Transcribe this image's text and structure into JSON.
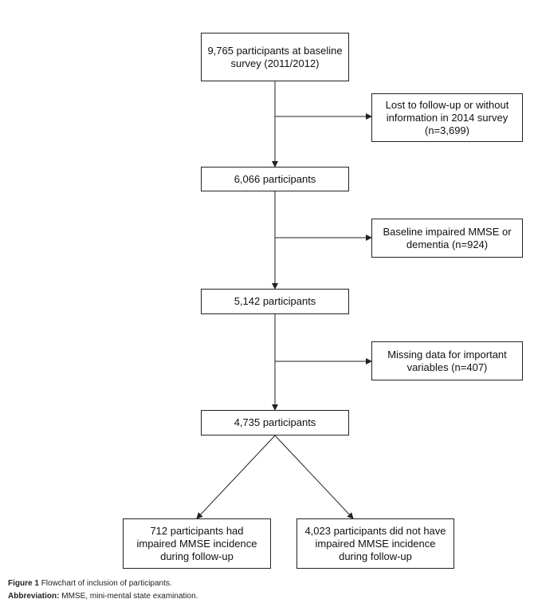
{
  "flowchart": {
    "nodes": {
      "baseline": "9,765 participants at baseline\nsurvey (2011/2012)",
      "lost": "Lost to follow-up or without\ninformation in 2014 survey\n(n=3,699)",
      "n6066": "6,066 participants",
      "impaired_baseline": "Baseline impaired MMSE or\ndementia (n=924)",
      "n5142": "5,142 participants",
      "missing": "Missing data for important\nvariables (n=407)",
      "n4735": "4,735 participants",
      "incidence": "712 participants had\nimpaired MMSE incidence\nduring follow-up",
      "no_incidence": "4,023 participants did not have\nimpaired MMSE incidence\nduring follow-up"
    }
  },
  "caption": {
    "figure_label": "Figure 1",
    "figure_text": "Flowchart of inclusion of participants.",
    "abbr_label": "Abbreviation:",
    "abbr_text": "MMSE, mini-mental state examination."
  }
}
